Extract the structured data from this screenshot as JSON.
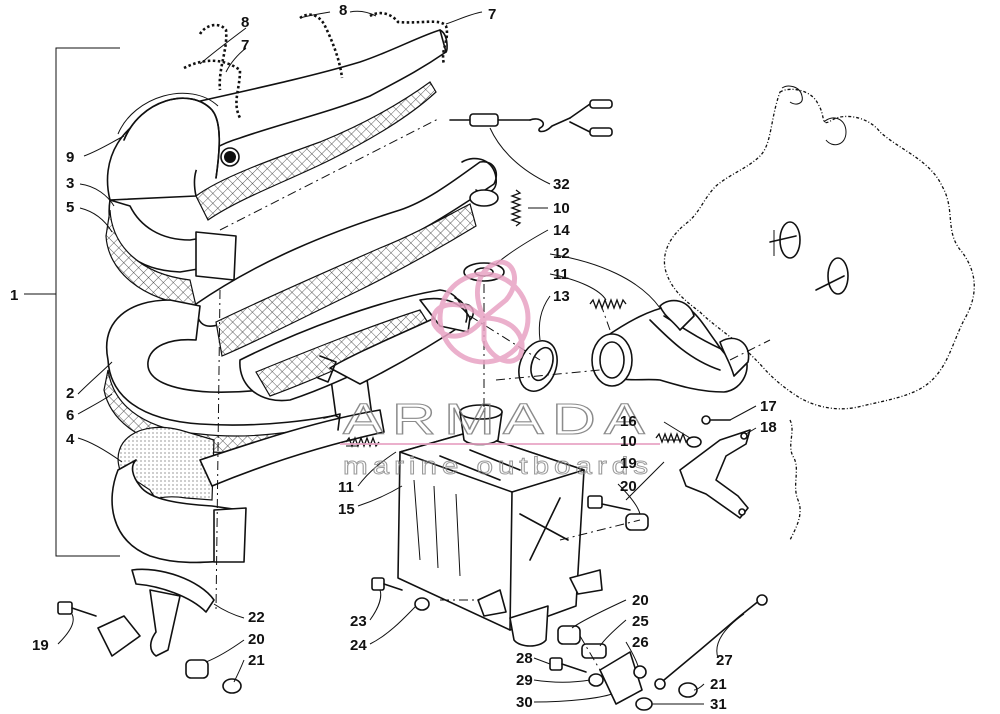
{
  "watermark": {
    "brand": "ARMADA",
    "tagline": "marine outboards",
    "logo_icon": "propeller-icon",
    "logo_color": "#e8a3c4"
  },
  "callouts": [
    {
      "id": "c-8a",
      "text": "8"
    },
    {
      "id": "c-8b",
      "text": "8"
    },
    {
      "id": "c-7a",
      "text": "7"
    },
    {
      "id": "c-7b",
      "text": "7"
    },
    {
      "id": "c-9",
      "text": "9"
    },
    {
      "id": "c-3",
      "text": "3"
    },
    {
      "id": "c-5",
      "text": "5"
    },
    {
      "id": "c-1",
      "text": "1"
    },
    {
      "id": "c-2",
      "text": "2"
    },
    {
      "id": "c-6",
      "text": "6"
    },
    {
      "id": "c-4",
      "text": "4"
    },
    {
      "id": "c-32",
      "text": "32"
    },
    {
      "id": "c-10a",
      "text": "10"
    },
    {
      "id": "c-14",
      "text": "14"
    },
    {
      "id": "c-12",
      "text": "12"
    },
    {
      "id": "c-11a",
      "text": "11"
    },
    {
      "id": "c-13",
      "text": "13"
    },
    {
      "id": "c-16",
      "text": "16"
    },
    {
      "id": "c-10b",
      "text": "10"
    },
    {
      "id": "c-19a",
      "text": "19"
    },
    {
      "id": "c-17",
      "text": "17"
    },
    {
      "id": "c-18",
      "text": "18"
    },
    {
      "id": "c-20a",
      "text": "20"
    },
    {
      "id": "c-11b",
      "text": "11"
    },
    {
      "id": "c-15",
      "text": "15"
    },
    {
      "id": "c-22",
      "text": "22"
    },
    {
      "id": "c-19b",
      "text": "19"
    },
    {
      "id": "c-20b",
      "text": "20"
    },
    {
      "id": "c-21a",
      "text": "21"
    },
    {
      "id": "c-23",
      "text": "23"
    },
    {
      "id": "c-24",
      "text": "24"
    },
    {
      "id": "c-20c",
      "text": "20"
    },
    {
      "id": "c-25",
      "text": "25"
    },
    {
      "id": "c-26",
      "text": "26"
    },
    {
      "id": "c-27",
      "text": "27"
    },
    {
      "id": "c-28",
      "text": "28"
    },
    {
      "id": "c-29",
      "text": "29"
    },
    {
      "id": "c-30",
      "text": "30"
    },
    {
      "id": "c-31",
      "text": "31"
    },
    {
      "id": "c-21b",
      "text": "21"
    }
  ]
}
